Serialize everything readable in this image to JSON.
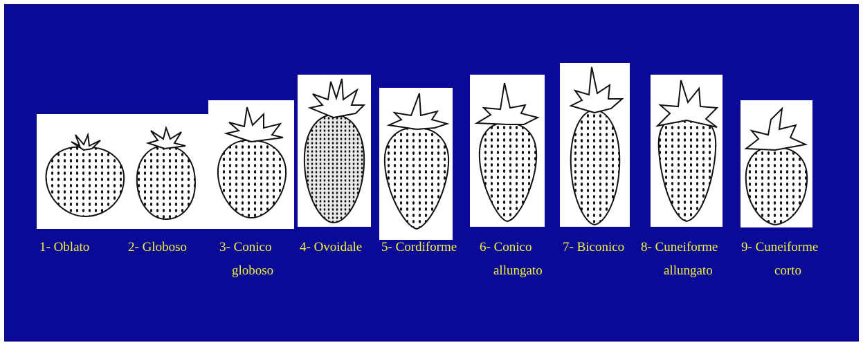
{
  "colors": {
    "background": "#0a0a96",
    "label": "#f2f23a",
    "card": "#ffffff",
    "ink": "#111111"
  },
  "shapes": [
    {
      "label_line1": "1- Oblato",
      "label_line2": ""
    },
    {
      "label_line1": "2- Globoso",
      "label_line2": ""
    },
    {
      "label_line1": "3- Conico",
      "label_line2": "globoso"
    },
    {
      "label_line1": "4- Ovoidale",
      "label_line2": ""
    },
    {
      "label_line1": "5- Cordiforme",
      "label_line2": ""
    },
    {
      "label_line1": "6- Conico",
      "label_line2": "allungato"
    },
    {
      "label_line1": "7- Biconico",
      "label_line2": ""
    },
    {
      "label_line1": "8- Cuneiforme",
      "label_line2": "allungato"
    },
    {
      "label_line1": "9- Cuneiforme",
      "label_line2": "corto"
    }
  ]
}
